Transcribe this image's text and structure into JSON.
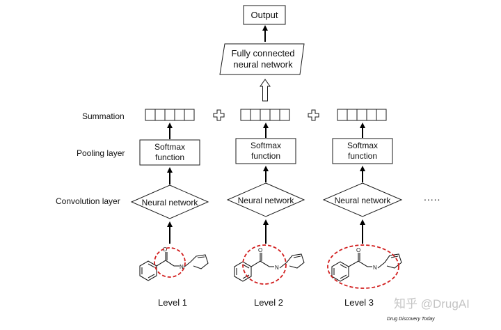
{
  "output_label": "Output",
  "fc_label_line1": "Fully connected",
  "fc_label_line2": "neural network",
  "row_labels": {
    "summation": "Summation",
    "pooling": "Pooling layer",
    "convolution": "Convolution layer"
  },
  "columns": [
    {
      "softmax_line1": "Softmax",
      "softmax_line2": "function",
      "conv_label": "Neural network",
      "level_label": "Level 1"
    },
    {
      "softmax_line1": "Softmax",
      "softmax_line2": "function",
      "conv_label": "Neural network",
      "level_label": "Level 2"
    },
    {
      "softmax_line1": "Softmax",
      "softmax_line2": "function",
      "conv_label": "Neural network",
      "level_label": "Level 3"
    }
  ],
  "ellipsis": ".....",
  "plus_symbol": "+",
  "molecule_atoms": {
    "oxygen": "O",
    "nitrogen": "N"
  },
  "watermark": "知乎 @DrugAI",
  "source_credit": "Drug Discovery Today",
  "colors": {
    "line": "#000000",
    "highlight_ring": "#d21e1e",
    "watermark": "#bfbfbf"
  }
}
